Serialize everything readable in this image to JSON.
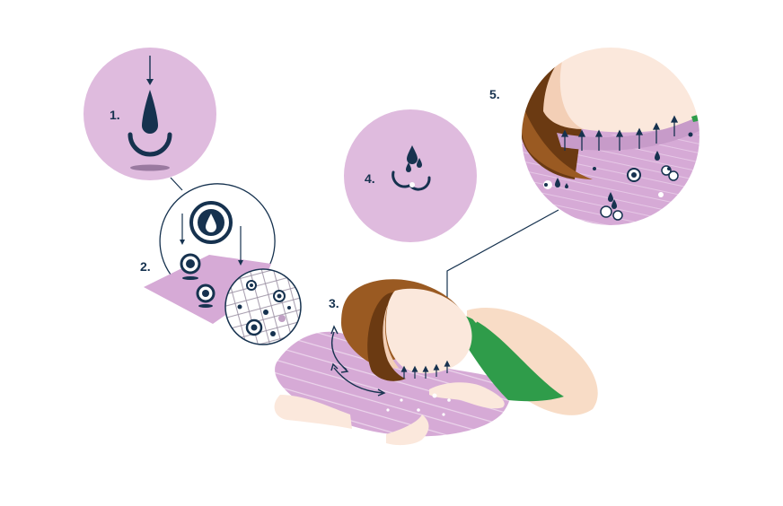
{
  "steps": [
    {
      "label": "1."
    },
    {
      "label": "2."
    },
    {
      "label": "3."
    },
    {
      "label": "4."
    },
    {
      "label": "5."
    }
  ],
  "colors": {
    "lilac": "#dfbbde",
    "pillow": "#d6aad6",
    "navy": "#16324f",
    "skin": "#f8dcc6",
    "skin_light": "#fbe8dc",
    "hair": "#9a5a22",
    "hair_dark": "#6b3a12",
    "top": "#2f9c4a",
    "white": "#ffffff"
  },
  "icons": {
    "step1": "drop-into-cup-icon",
    "step2": "droplet-capsule-icon",
    "step3": "curved-arrows-icon",
    "step4": "droplets-icon",
    "step5": "rising-arrows-icon"
  }
}
